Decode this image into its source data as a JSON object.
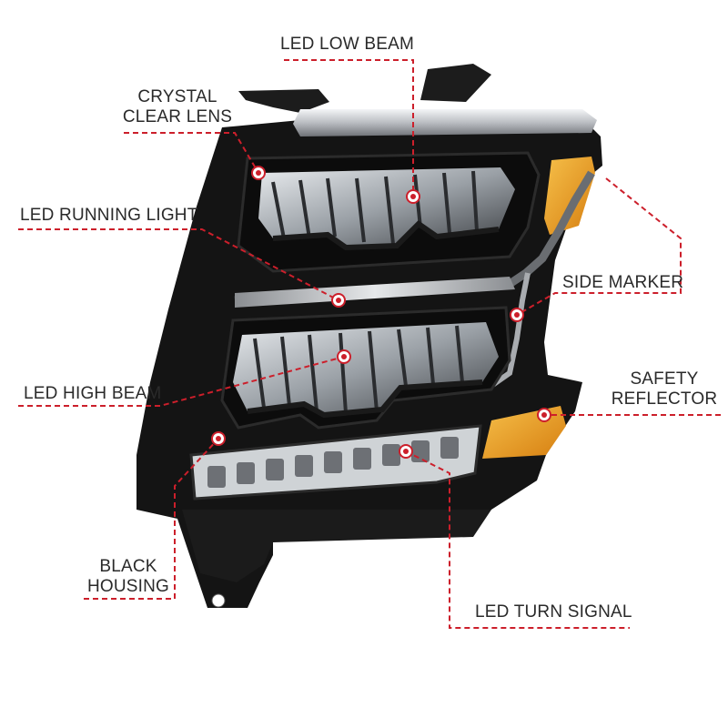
{
  "colors": {
    "accent_red": "#cc1f2b",
    "housing_black": "#141414",
    "chrome": "#cfd2d6",
    "amber": "#e89a1c",
    "label_text": "#2a2a2a"
  },
  "labels": {
    "led_low_beam": "LED LOW BEAM",
    "crystal_clear_lens_1": "CRYSTAL",
    "crystal_clear_lens_2": "CLEAR LENS",
    "led_running_light": "LED RUNNING LIGHT",
    "side_marker": "SIDE MARKER",
    "safety_reflector_1": "SAFETY",
    "safety_reflector_2": "REFLECTOR",
    "led_high_beam": "LED HIGH BEAM",
    "black_housing_1": "BLACK",
    "black_housing_2": "HOUSING",
    "led_turn_signal": "LED TURN SIGNAL"
  }
}
